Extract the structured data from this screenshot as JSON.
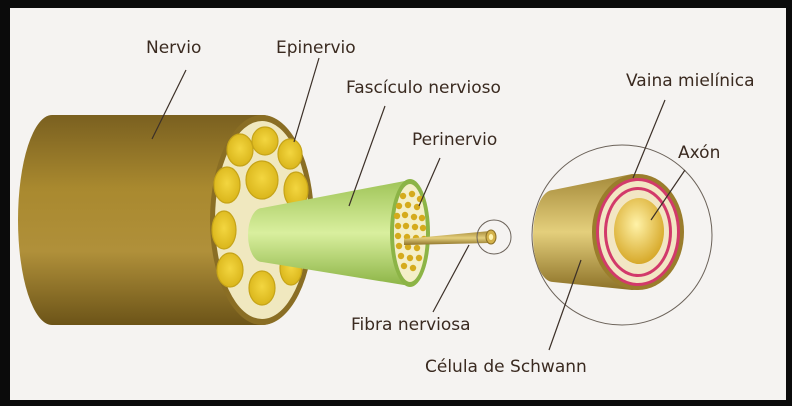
{
  "diagram": {
    "labels": {
      "nervio": "Nervio",
      "epinervio": "Epinervio",
      "fasciculo": "Fascículo nervioso",
      "perinervio": "Perinervio",
      "vaina": "Vaina mielínica",
      "axon": "Axón",
      "fibra": "Fibra nerviosa",
      "schwann": "Célula de Schwann"
    },
    "colors": {
      "background": "#f5f3f1",
      "nerve_outer": "#9a7d2c",
      "nerve_face": "#f1e9bf",
      "fascicle_fill": "#e8c62a",
      "perineurium": "#a6d36a",
      "myelin": "#d23a6a",
      "axon": "#e8c04a",
      "frame": "#0b0b0b"
    }
  }
}
